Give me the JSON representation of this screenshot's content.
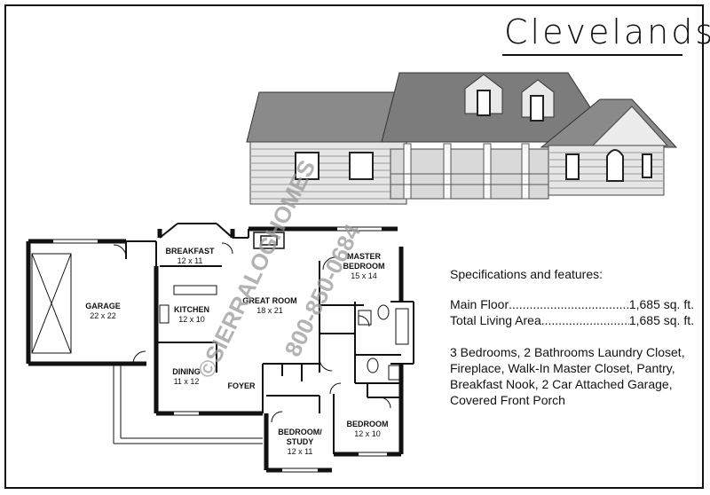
{
  "title": "Clevelands",
  "watermark": {
    "line1": "©SIERRALOGHOMES",
    "line2": "800-850-0684"
  },
  "specs": {
    "heading": "Specifications and features:",
    "main_floor_label": "Main Floor ",
    "main_floor_value": "1,685 sq. ft.",
    "living_area_label": "Total Living Area",
    "living_area_value": "1,685 sq. ft.",
    "features": "3 Bedrooms, 2 Bathrooms Laundry Closet, Fireplace, Walk-In Master Closet, Pantry, Breakfast Nook, 2 Car Attached Garage, Covered Front Porch"
  },
  "rooms": {
    "garage": {
      "name": "GARAGE",
      "size": "22 x 22"
    },
    "breakfast": {
      "name": "BREAKFAST",
      "size": "12 x 11"
    },
    "kitchen": {
      "name": "KITCHEN",
      "size": "12 x 10"
    },
    "great_room": {
      "name": "GREAT ROOM",
      "size": "18 x 21"
    },
    "master_bedroom": {
      "name_1": "MASTER",
      "name_2": "BEDROOM",
      "size": "15 x 14"
    },
    "dining": {
      "name": "DINING",
      "size": "11 x 12"
    },
    "foyer": {
      "name": "FOYER"
    },
    "bedroom_study": {
      "name_1": "BEDROOM/",
      "name_2": "STUDY",
      "size": "12 x 11"
    },
    "bedroom": {
      "name": "BEDROOM",
      "size": "12 x 10"
    }
  }
}
